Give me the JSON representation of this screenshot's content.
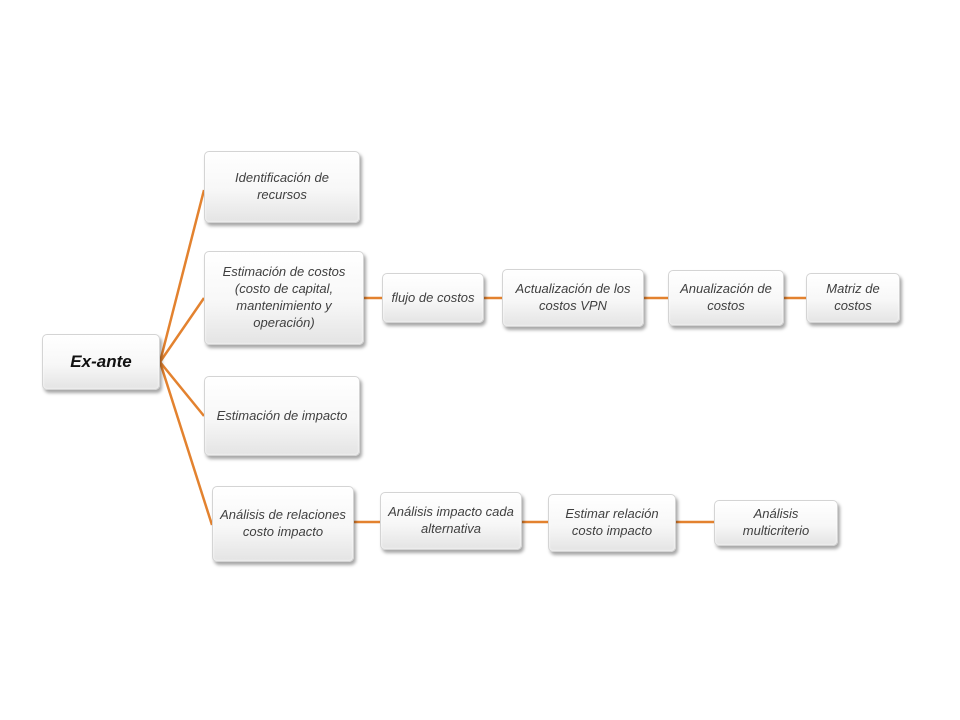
{
  "diagram": {
    "line_color": "#e3822f",
    "root": {
      "label": "Ex-ante"
    },
    "level1": [
      "Identificación de recursos",
      "Estimación de costos (costo de capital, mantenimiento y operación)",
      "Estimación de impacto",
      "Análisis de relaciones costo impacto"
    ],
    "chain_costos": [
      "flujo de costos",
      "Actualización de los costos VPN",
      "Anualización de costos",
      "Matriz de costos"
    ],
    "chain_impacto": [
      "Análisis  impacto cada alternativa",
      "Estimar relación costo impacto",
      "Análisis multicriterio"
    ]
  }
}
